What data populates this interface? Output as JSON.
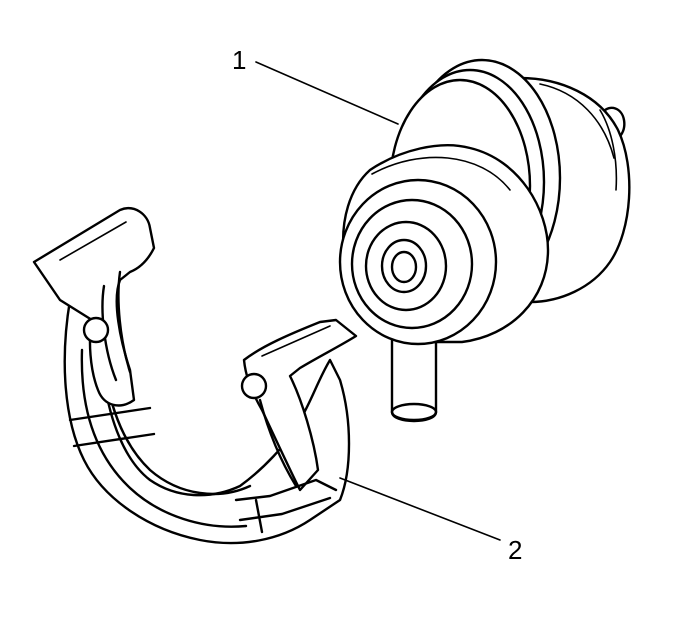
{
  "diagram": {
    "callouts": [
      {
        "id": "1",
        "label": "1",
        "part": "pressure-regulator"
      },
      {
        "id": "2",
        "label": "2",
        "part": "retainer-clip"
      }
    ],
    "colors": {
      "line": "#000000",
      "background": "#ffffff"
    }
  }
}
